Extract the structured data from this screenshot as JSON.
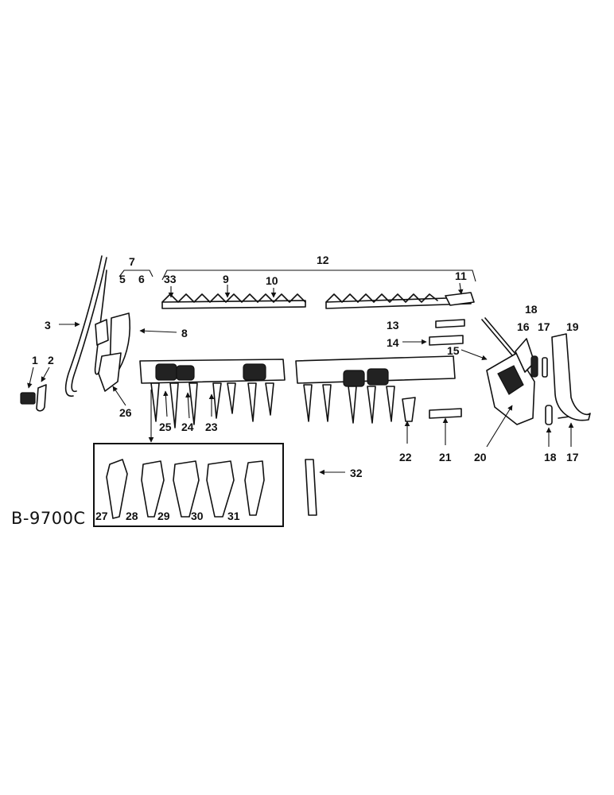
{
  "figure_code": "B-9700C",
  "callouts": [
    {
      "id": "c1",
      "text": "1"
    },
    {
      "id": "c2",
      "text": "2"
    },
    {
      "id": "c3",
      "text": "3"
    },
    {
      "id": "c5",
      "text": "5"
    },
    {
      "id": "c6",
      "text": "6"
    },
    {
      "id": "c7",
      "text": "7"
    },
    {
      "id": "c8",
      "text": "8"
    },
    {
      "id": "c9",
      "text": "9"
    },
    {
      "id": "c10",
      "text": "10"
    },
    {
      "id": "c11",
      "text": "11"
    },
    {
      "id": "c12",
      "text": "12"
    },
    {
      "id": "c13",
      "text": "13"
    },
    {
      "id": "c14",
      "text": "14"
    },
    {
      "id": "c15",
      "text": "15"
    },
    {
      "id": "c16",
      "text": "16"
    },
    {
      "id": "c17a",
      "text": "17"
    },
    {
      "id": "c18a",
      "text": "18"
    },
    {
      "id": "c19",
      "text": "19"
    },
    {
      "id": "c20",
      "text": "20"
    },
    {
      "id": "c21",
      "text": "21"
    },
    {
      "id": "c22",
      "text": "22"
    },
    {
      "id": "c23",
      "text": "23"
    },
    {
      "id": "c24",
      "text": "24"
    },
    {
      "id": "c25",
      "text": "25"
    },
    {
      "id": "c26",
      "text": "26"
    },
    {
      "id": "c27",
      "text": "27"
    },
    {
      "id": "c28",
      "text": "28"
    },
    {
      "id": "c29",
      "text": "29"
    },
    {
      "id": "c30",
      "text": "30"
    },
    {
      "id": "c31",
      "text": "31"
    },
    {
      "id": "c32",
      "text": "32"
    },
    {
      "id": "c33",
      "text": "33"
    },
    {
      "id": "c18b",
      "text": "18"
    },
    {
      "id": "c17b",
      "text": "17"
    }
  ]
}
